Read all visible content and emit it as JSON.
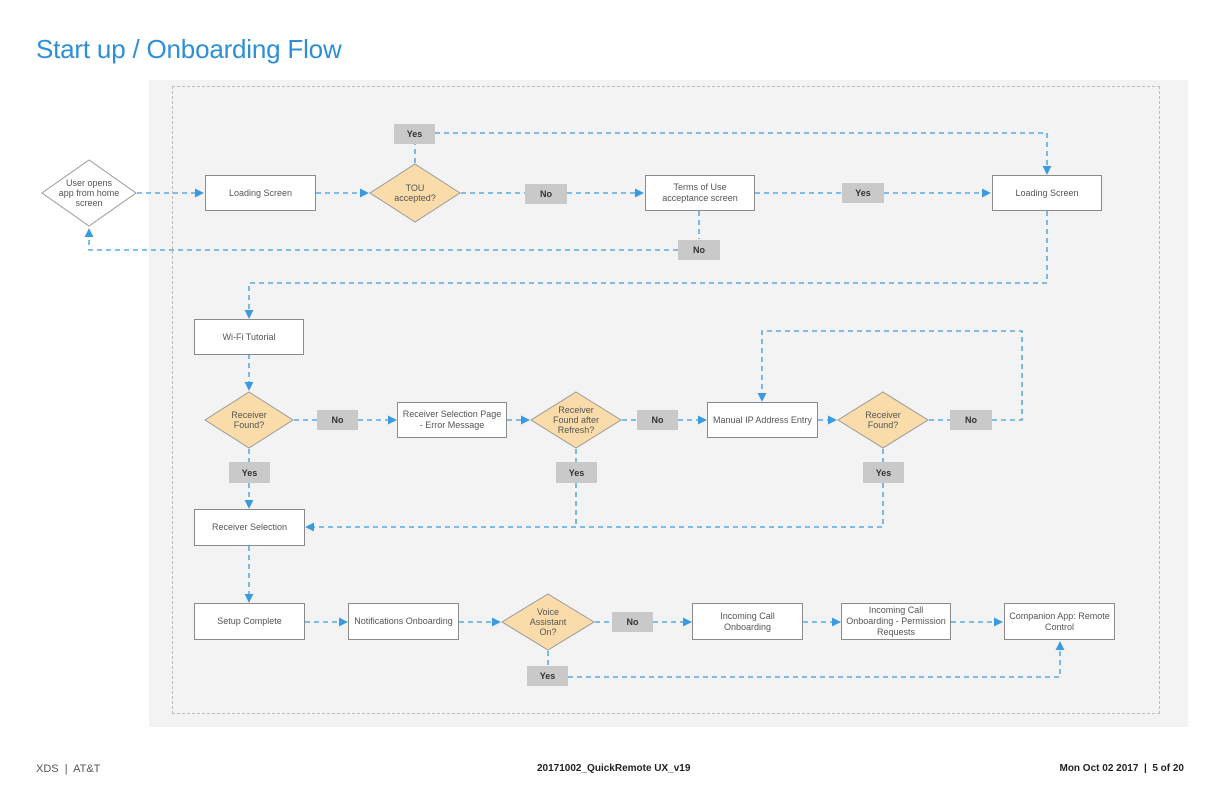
{
  "title": "Start up / Onboarding Flow",
  "nodes": {
    "user_opens": "User opens app from home screen",
    "loading_1": "Loading Screen",
    "tou_accepted": "TOU accepted?",
    "terms_of_use": "Terms of Use acceptance screen",
    "loading_2": "Loading Screen",
    "wifi_tutorial": "Wi-Fi Tutorial",
    "receiver_found_1": "Receiver Found?",
    "receiver_selection_error": "Receiver Selection Page - Error Message",
    "receiver_found_refresh": "Receiver Found after Refresh?",
    "manual_ip": "Manual IP Address Entry",
    "receiver_found_2": "Receiver Found?",
    "receiver_selection": "Receiver Selection",
    "setup_complete": "Setup Complete",
    "notifications_onboarding": "Notifications Onboarding",
    "voice_assistant": "Voice Assistant On?",
    "incoming_call": "Incoming Call Onboarding",
    "incoming_call_permission": "Incoming Call Onboarding - Permission Requests",
    "companion_app": "Companion App: Remote Control"
  },
  "labels": {
    "tou_yes": "Yes",
    "tou_no": "No",
    "terms_yes": "Yes",
    "terms_no": "No",
    "rf1_no": "No",
    "rf1_yes": "Yes",
    "refresh_no": "No",
    "refresh_yes": "Yes",
    "rf2_no": "No",
    "rf2_yes": "Yes",
    "voice_no": "No",
    "voice_yes": "Yes"
  },
  "footer": {
    "left": "XDS  |  AT&T",
    "center": "20171002_QuickRemote UX_v19",
    "right": "Mon Oct 02 2017  |  5 of 20"
  },
  "colors": {
    "arrow": "#3a9ae0",
    "decision_fill": "#f9dcaa",
    "tag_fill": "#c9c9c9",
    "title": "#2e8fd8"
  }
}
